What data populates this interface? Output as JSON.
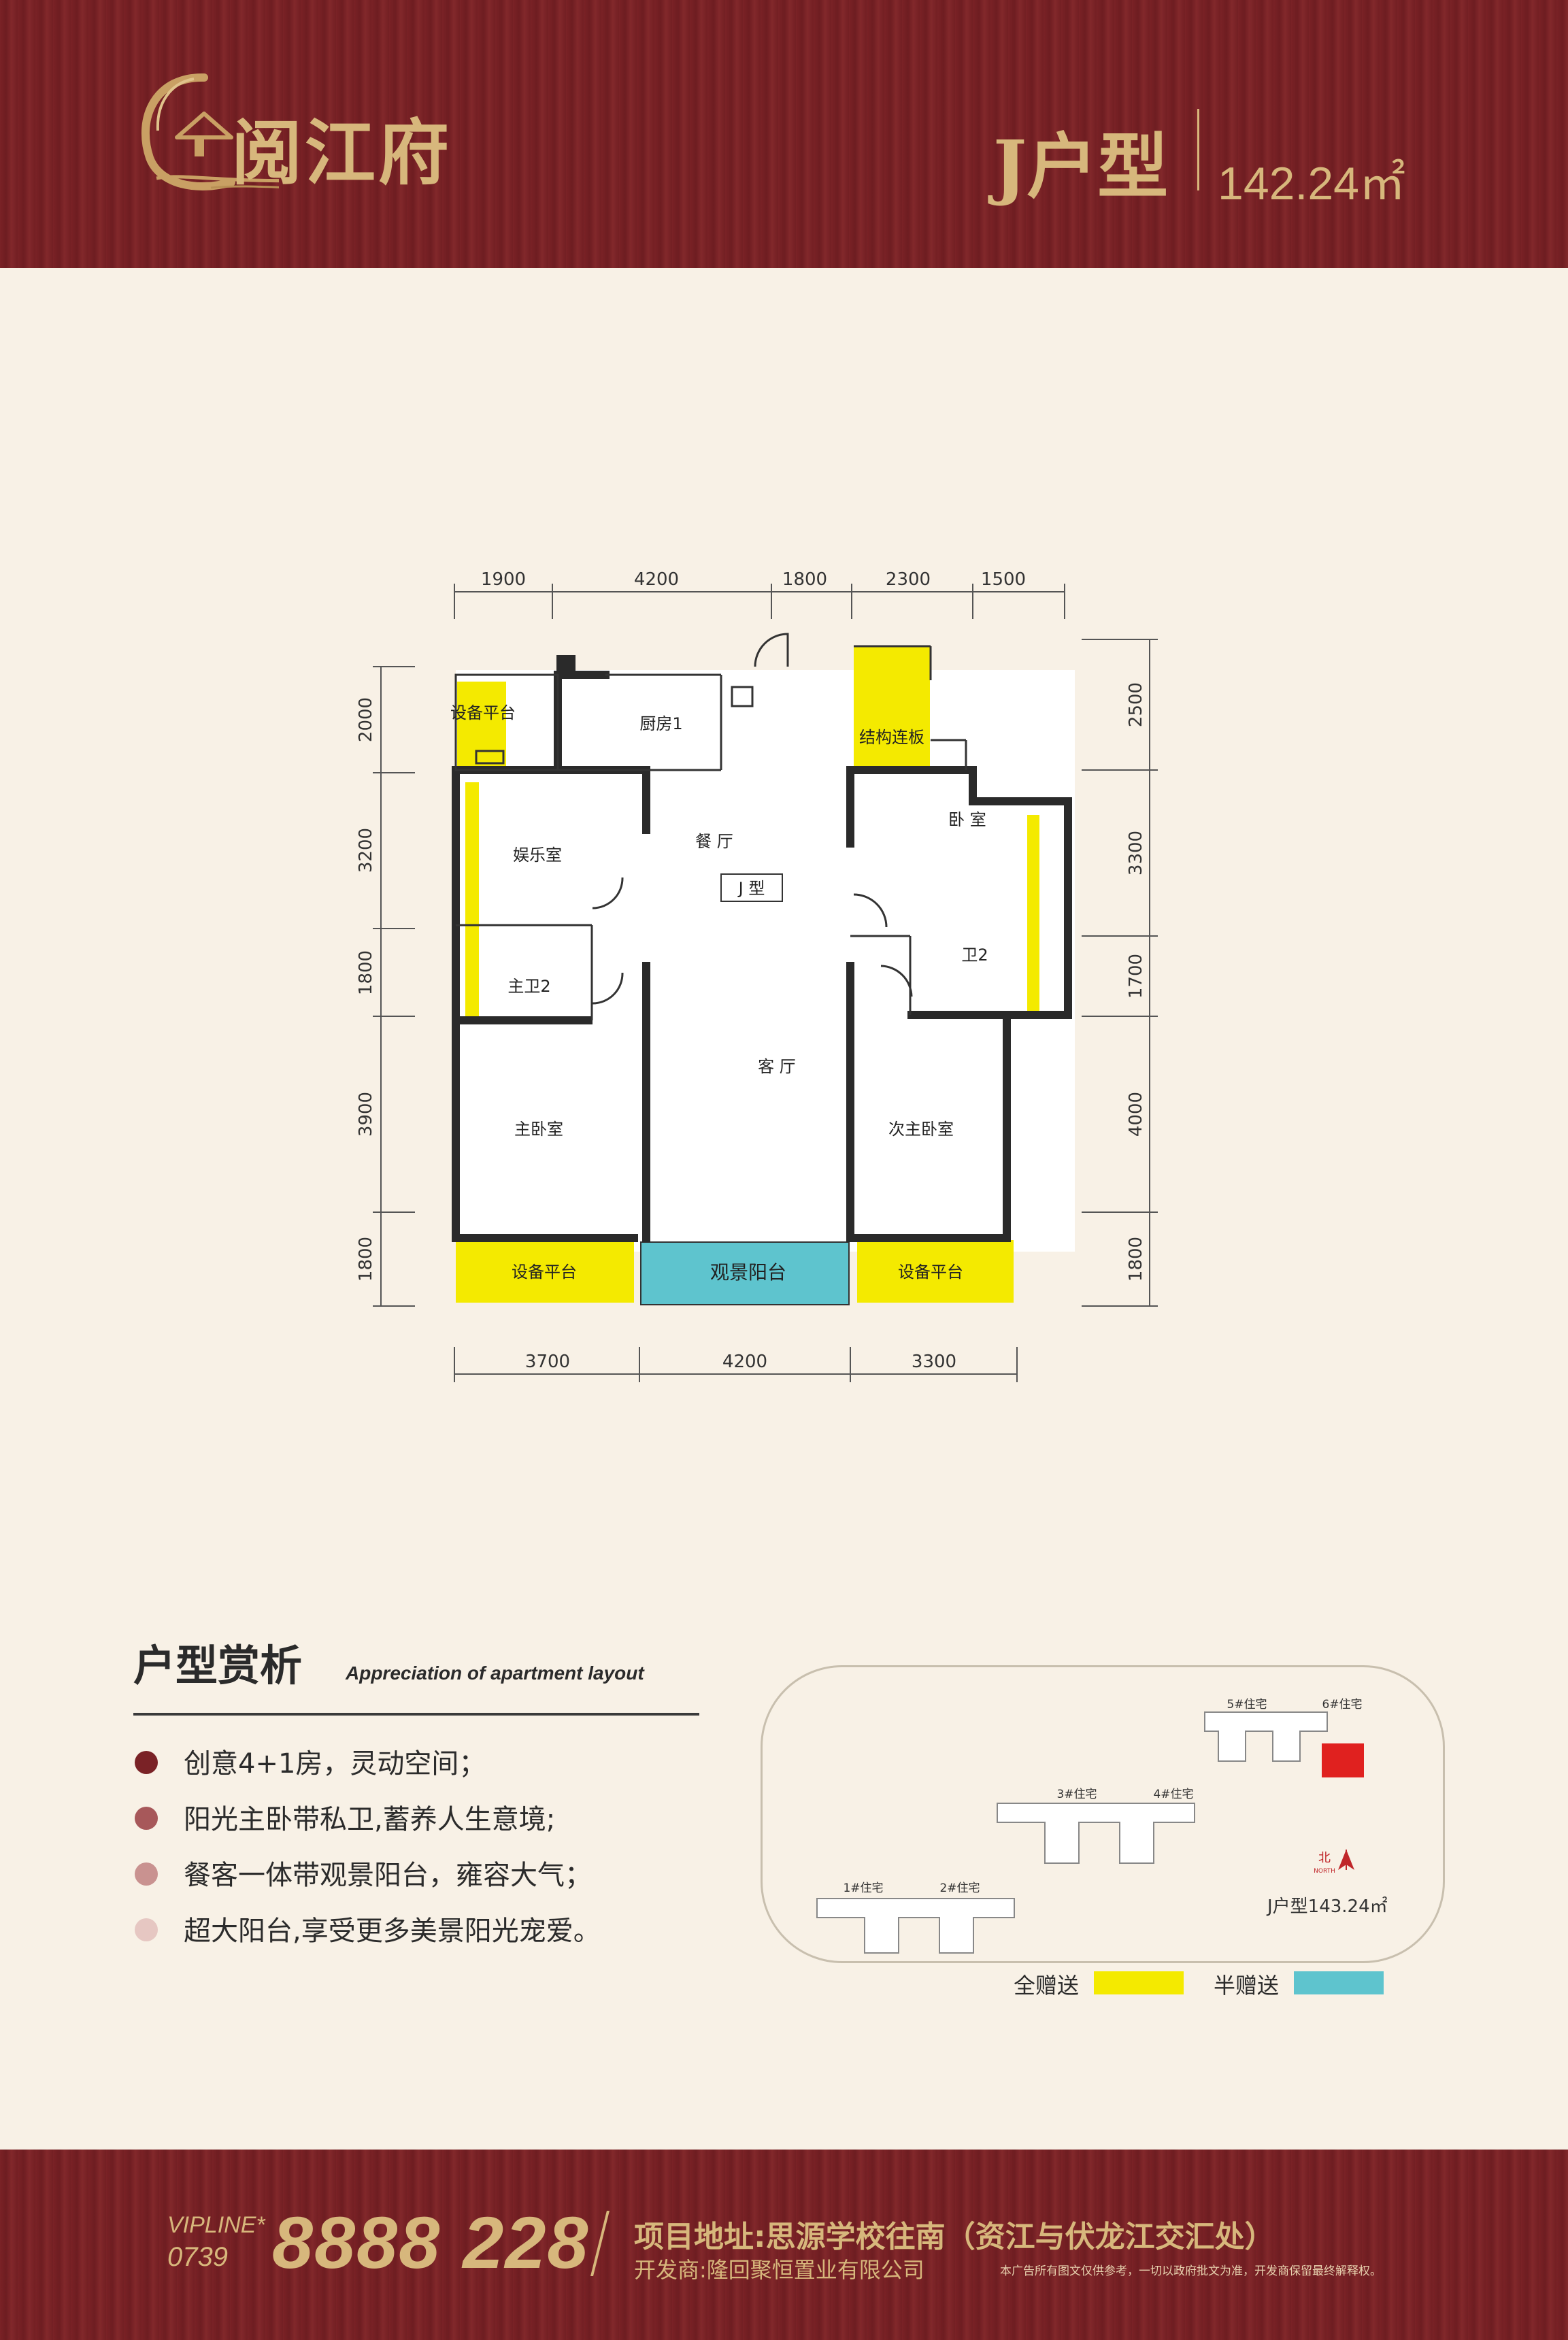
{
  "header": {
    "logo_text": "阅江府",
    "unit_type": "J户型",
    "area": "142.24㎡"
  },
  "plan": {
    "top_dims": [
      "1900",
      "4200",
      "1800",
      "2300",
      "1500"
    ],
    "bottom_dims": [
      "3700",
      "4200",
      "3300"
    ],
    "left_dims": [
      "2000",
      "3200",
      "1800",
      "3900",
      "1800"
    ],
    "right_dims": [
      "2500",
      "3300",
      "1700",
      "4000",
      "1800"
    ],
    "rooms": {
      "equipment_platform_top": "设备平台",
      "kitchen": "厨房1",
      "structural_slab": "结构连板",
      "entertainment_room": "娱乐室",
      "dining": "餐 厅",
      "type_tag": "J 型",
      "bedroom": "卧 室",
      "master_bath": "主卫2",
      "bath2": "卫2",
      "living": "客 厅",
      "master_bedroom": "主卧室",
      "second_master_bedroom": "次主卧室",
      "equipment_platform_left": "设备平台",
      "view_balcony": "观景阳台",
      "equipment_platform_right": "设备平台"
    }
  },
  "analysis": {
    "title": "户型赏析",
    "subtitle": "Appreciation of apartment layout",
    "bullets": [
      "创意4+1房，灵动空间；",
      "阳光主卧带私卫,蓄养人生意境;",
      "餐客一体带观景阳台，雍容大气；",
      "超大阳台,享受更多美景阳光宠爱。"
    ],
    "bullet_colors": [
      "#7a2226",
      "#a7585a",
      "#c99290",
      "#e6c7c2"
    ]
  },
  "siteplan": {
    "buildings": [
      "5#住宅",
      "6#住宅",
      "3#住宅",
      "4#住宅",
      "1#住宅",
      "2#住宅"
    ],
    "north_label": "北",
    "north_sub": "NORTH",
    "unit_caption": "J户型143.24㎡",
    "highlight_color": "#e0211f"
  },
  "legend": {
    "full_gift_label": "全赠送",
    "full_gift_color": "#f4ea00",
    "half_gift_label": "半赠送",
    "half_gift_color": "#5ec4ce"
  },
  "footer": {
    "vipline": "VIPLINE*",
    "area_code": "0739",
    "phone": "8888 228",
    "address": "项目地址:思源学校往南（资江与伏龙江交汇处）",
    "developer": "开发商:隆回聚恒置业有限公司",
    "disclaimer": "本广告所有图文仅供参考，一切以政府批文为准，开发商保留最终解释权。"
  }
}
